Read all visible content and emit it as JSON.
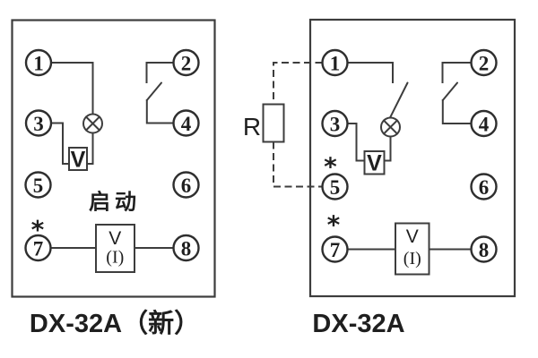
{
  "colors": {
    "line": "#3d3d3d",
    "text": "#1f1f1f",
    "background": "#ffffff"
  },
  "left_diagram": {
    "caption": "DX-32A（新）",
    "terminals": [
      "1",
      "2",
      "3",
      "4",
      "5",
      "6",
      "7",
      "8"
    ],
    "start_label": "启动",
    "voltmeter_label": "V",
    "measuring_element_top": "V",
    "measuring_element_bottom": "(I)",
    "polarity_mark": "*"
  },
  "right_diagram": {
    "caption": "DX-32A",
    "terminals": [
      "1",
      "2",
      "3",
      "4",
      "5",
      "6",
      "7",
      "8"
    ],
    "resistor_label": "R",
    "voltmeter_label": "V",
    "measuring_element_top": "V",
    "measuring_element_bottom": "(I)",
    "polarity_mark_upper": "*",
    "polarity_mark_lower": "*"
  }
}
